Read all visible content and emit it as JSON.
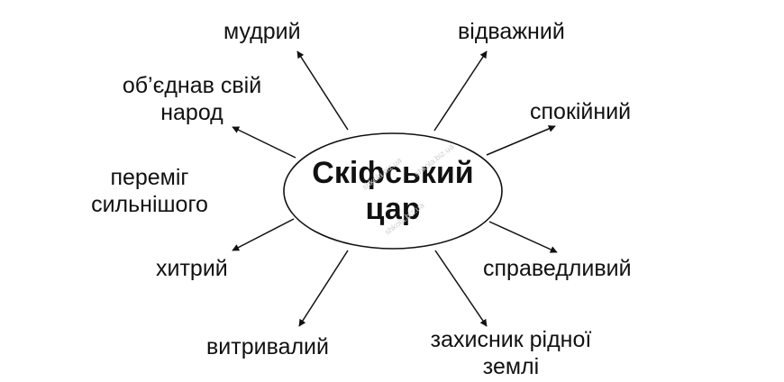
{
  "center": {
    "line1": "Скіфський",
    "line2": "цар"
  },
  "traits": {
    "wise": "мудрий",
    "brave": "відважний",
    "united_1": "об’єднав свій",
    "united_2": "народ",
    "calm": "спокійний",
    "defeated_1": "переміг",
    "defeated_2": "сильнішого",
    "cunning": "хитрий",
    "just": "справедливий",
    "enduring": "витривалий",
    "defender_1": "захисник рідної",
    "defender_2": "землі"
  },
  "watermark": "shkola.biz.ua"
}
